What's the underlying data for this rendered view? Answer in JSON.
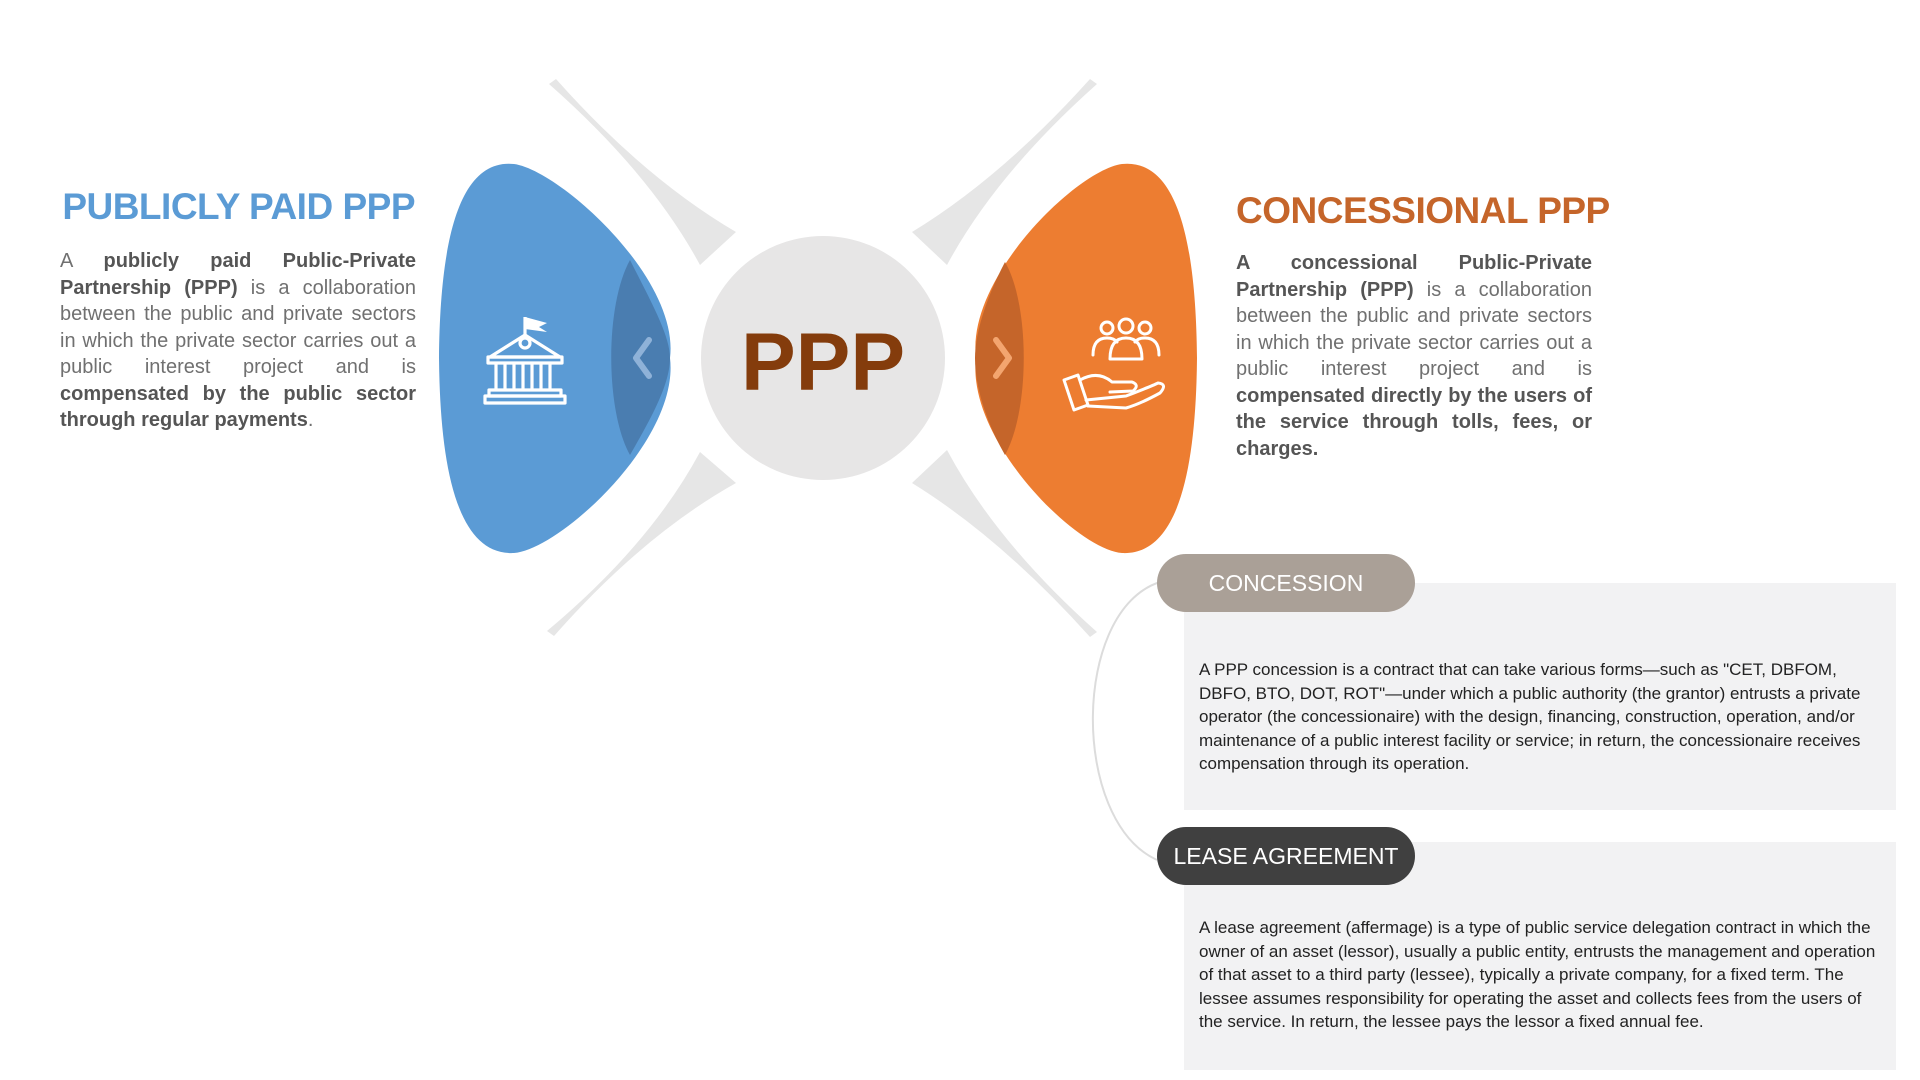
{
  "center": {
    "label": "PPP"
  },
  "colors": {
    "blue": "#5b9bd5",
    "blue_dark": "#4a7db0",
    "orange": "#ed7d31",
    "orange_dark": "#c5652a",
    "ppp_text": "#843c0c",
    "concession_pill": "#aaa097",
    "lease_pill": "#404040",
    "circle_fill": "#e7e6e6"
  },
  "icons": {
    "left": "government-building-icon",
    "right": "people-in-hand-icon"
  },
  "left": {
    "title": "PUBLICLY PAID PPP",
    "desc": {
      "p1": "A ",
      "b1": "publicly paid Public-Private Partnership (PPP)",
      "p2": " is a collaboration between the public and private sectors in which the private sector carries out a public interest project and is ",
      "b2": "compensated by the public sector through regular payments",
      "p3": "."
    }
  },
  "right": {
    "title": "CONCESSIONAL PPP",
    "desc": {
      "b1": "A concessional Public-Private Partnership (PPP)",
      "p1": " is a collaboration between the public and private sectors in which the private sector carries out a public interest project and is ",
      "b2": "compensated directly by the users of the service through tolls, fees, or charges."
    }
  },
  "concession": {
    "label": "CONCESSION",
    "text": "A PPP concession is a contract that can take various forms—such as \"CET, DBFOM, DBFO, BTO, DOT, ROT\"—under which a public authority (the grantor) entrusts a private operator (the concessionaire) with the design, financing, construction, operation, and/or maintenance of a public interest facility or service; in return, the concessionaire receives compensation through its operation."
  },
  "lease": {
    "label": "LEASE AGREEMENT",
    "text": "A lease agreement (affermage) is a type of public service delegation contract in which the owner of an asset (lessor), usually a public entity, entrusts the management and operation of that asset to a third party (lessee), typically a private company, for a fixed term. The lessee assumes responsibility for operating the asset and collects fees from the users of the service. In return, the lessee pays the lessor a fixed annual fee."
  }
}
